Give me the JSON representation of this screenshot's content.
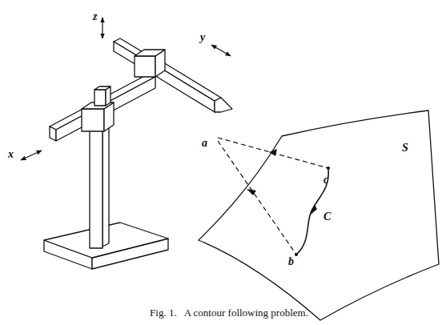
{
  "diagram": {
    "caption": "Fig. 1.   A contour following problem.",
    "labels": [
      "z",
      "y",
      "x",
      "a",
      "c",
      "b",
      "C",
      "S"
    ]
  }
}
